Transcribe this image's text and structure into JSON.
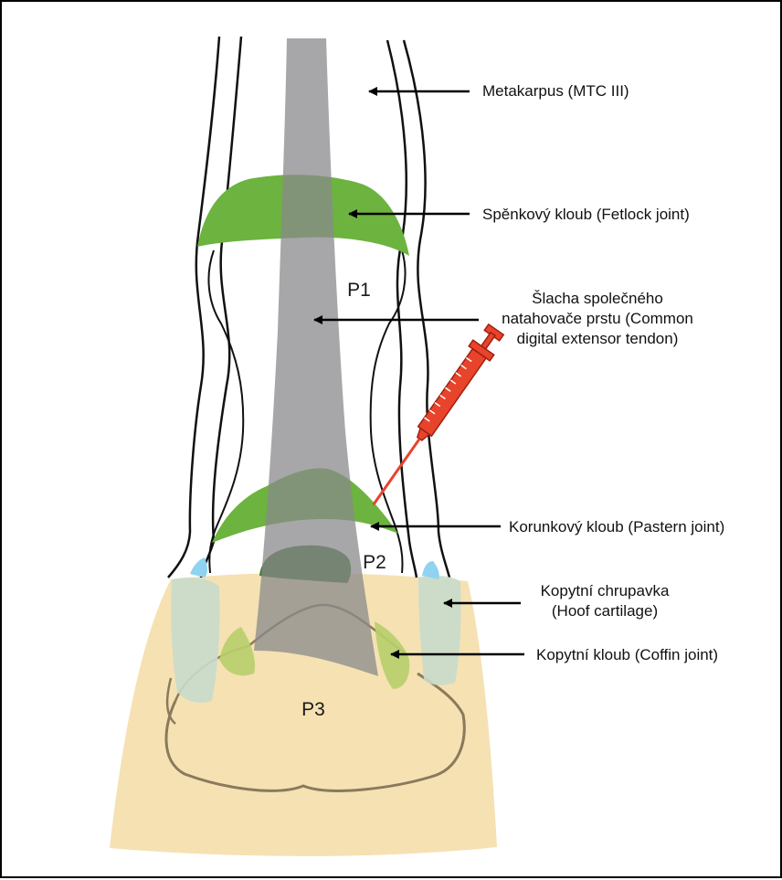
{
  "labels": {
    "metacarpus": "Metakarpus (MTC III)",
    "fetlock": "Spěnkový kloub (Fetlock joint)",
    "tendon_line1": "Šlacha společného",
    "tendon_line2": "natahovače prstu (Common",
    "tendon_line3": "digital extensor tendon)",
    "pastern": "Korunkový kloub (Pastern joint)",
    "hoof_cartilage_line1": "Kopytní chrupavka",
    "hoof_cartilage_line2": "(Hoof cartilage)",
    "coffin": "Kopytní kloub (Coffin joint)"
  },
  "bones": {
    "p1": "P1",
    "p2": "P2",
    "p3": "P3"
  },
  "colors": {
    "joint_green": "#6cb33f",
    "joint_dark_green": "#3f7a2a",
    "tendon_gray": "#9c9c9e",
    "hoof_tan": "#f6e1b3",
    "hoof_outline": "#8a7a5c",
    "cartilage": "#c9dccb",
    "cartilage_blue": "#8fd3f0",
    "coffin_green": "#b8cf6a",
    "syringe_red": "#e8432b",
    "syringe_outline": "#a02010"
  }
}
